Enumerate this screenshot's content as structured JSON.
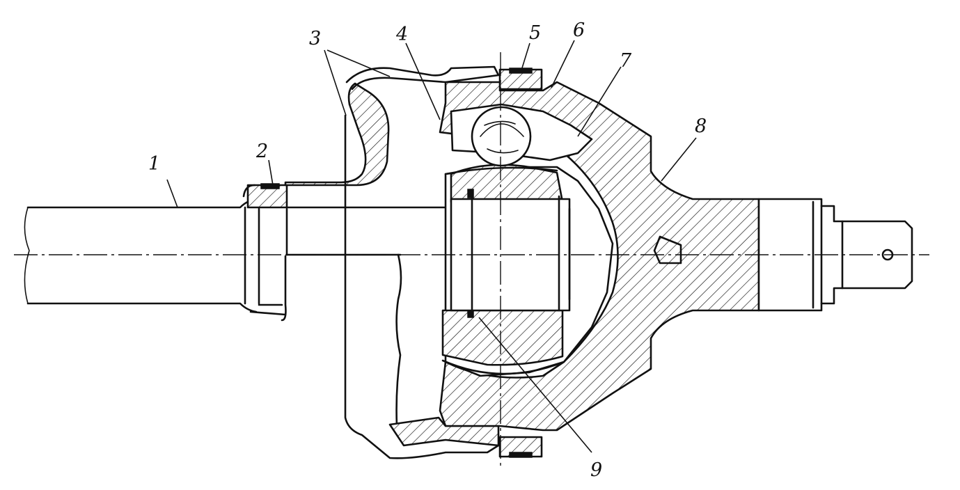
{
  "callouts": {
    "c1": "1",
    "c2": "2",
    "c3": "3",
    "c4": "4",
    "c5": "5",
    "c6": "6",
    "c7": "7",
    "c8": "8",
    "c9": "9"
  },
  "colors": {
    "ink": "#111111",
    "paper": "#ffffff"
  }
}
